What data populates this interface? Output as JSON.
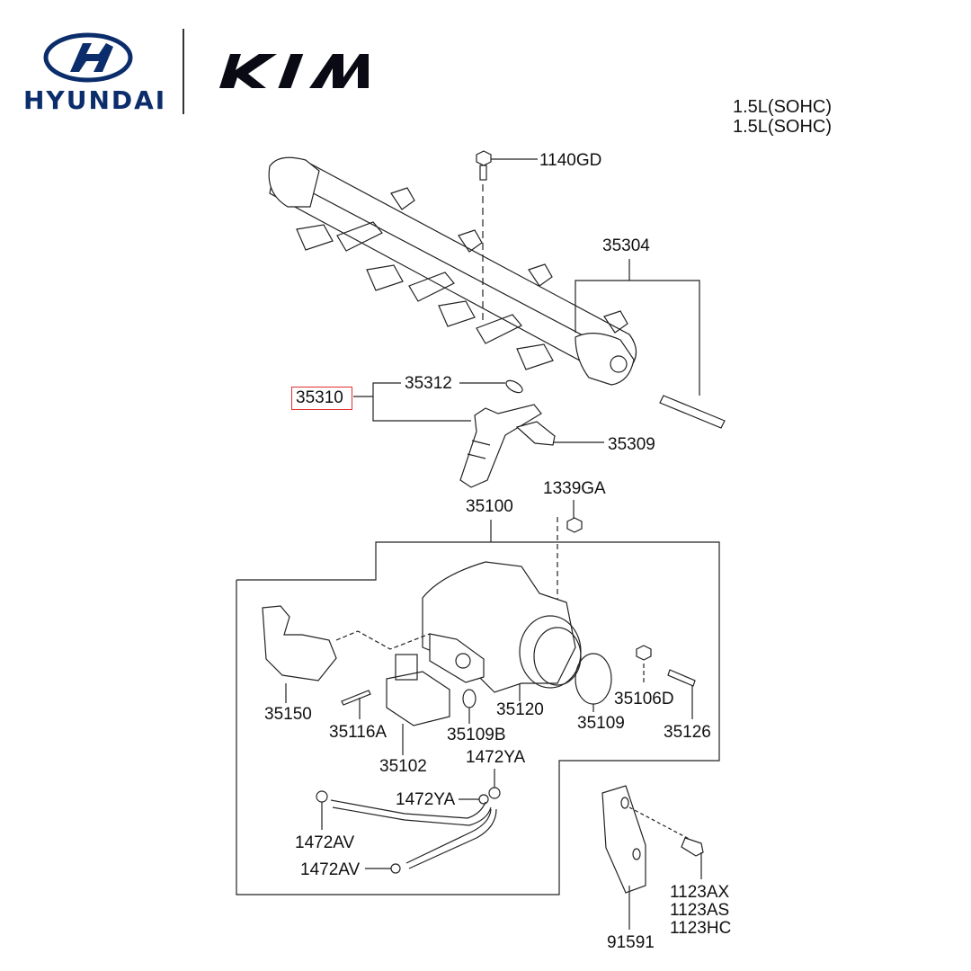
{
  "brands": {
    "hyundai_text": "HYUNDAI",
    "kia_text": "KIA",
    "hyundai_color": "#0b2d6b",
    "kia_color": "#0a0a14"
  },
  "header": {
    "engine_line1": "1.5L(SOHC)",
    "engine_line2": "1.5L(SOHC)"
  },
  "highlight_color": "#e0302e",
  "parts": {
    "p1140GD": "1140GD",
    "p35304": "35304",
    "p35312": "35312",
    "p35310": "35310",
    "p35309": "35309",
    "p1339GA": "1339GA",
    "p35100": "35100",
    "p35150": "35150",
    "p35116A": "35116A",
    "p35102": "35102",
    "p35109B": "35109B",
    "p35120": "35120",
    "p35109": "35109",
    "p35106D": "35106D",
    "p35126": "35126",
    "p1472YA_top": "1472YA",
    "p1472YA_mid": "1472YA",
    "p1472AV_top": "1472AV",
    "p1472AV_bot": "1472AV",
    "p1123AX": "1123AX",
    "p1123AS": "1123AS",
    "p1123HC": "1123HC",
    "p91591": "91591"
  }
}
